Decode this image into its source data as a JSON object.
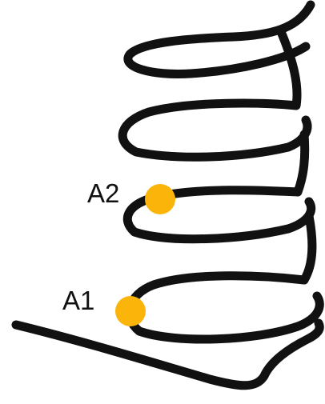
{
  "diagram": {
    "points": [
      {
        "id": "A2",
        "label": "A2"
      },
      {
        "id": "A1",
        "label": "A1"
      }
    ]
  },
  "colors": {
    "background": "#ffffff",
    "coil": "#111111",
    "point": "#fbb40a",
    "label": "#111111"
  }
}
